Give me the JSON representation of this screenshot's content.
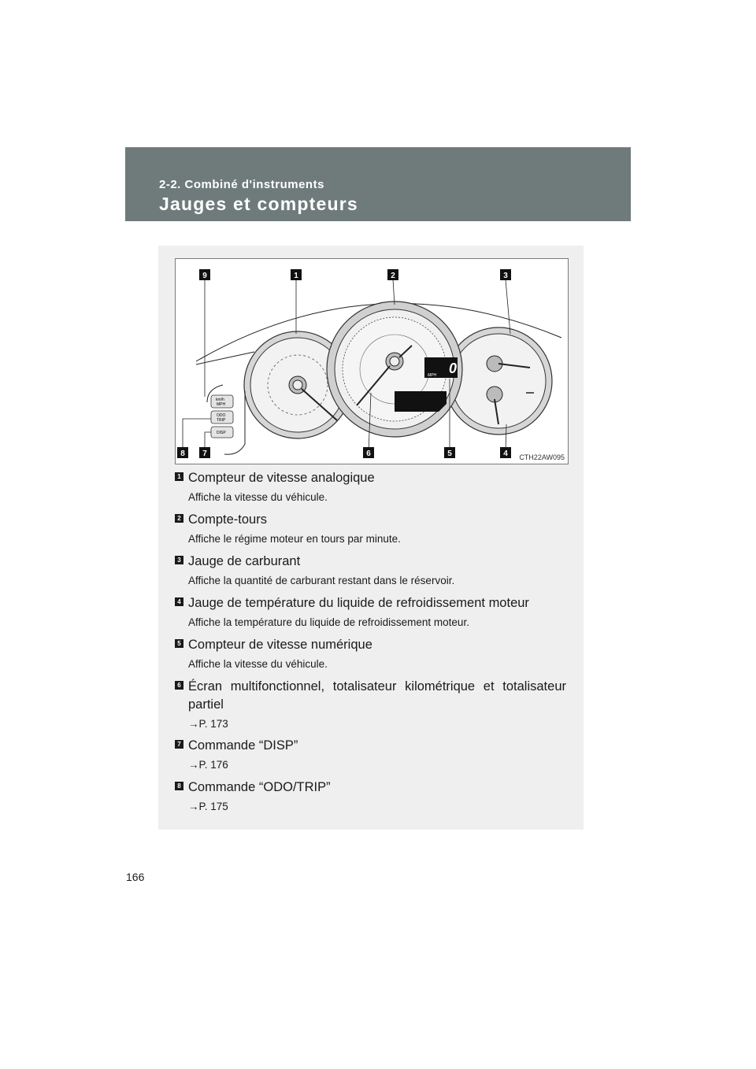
{
  "header": {
    "section": "2-2. Combiné d'instruments",
    "title": "Jauges et compteurs"
  },
  "figure": {
    "code": "CTH22AW095",
    "callouts": [
      "9",
      "1",
      "2",
      "3",
      "8",
      "7",
      "6",
      "5",
      "4"
    ],
    "buttons": {
      "units": "km/h\nMPH",
      "odo": "ODO\nTRIP",
      "disp": "DISP"
    },
    "digital_speed": "0",
    "digital_unit": "MPH"
  },
  "items": [
    {
      "num": "1",
      "title": "Compteur de vitesse analogique",
      "desc": "Affiche la vitesse du véhicule."
    },
    {
      "num": "2",
      "title": "Compte-tours",
      "desc": "Affiche le régime moteur en tours par minute."
    },
    {
      "num": "3",
      "title": "Jauge de carburant",
      "desc": "Affiche la quantité de carburant restant dans le réservoir."
    },
    {
      "num": "4",
      "title": "Jauge de température du liquide de refroidissement moteur",
      "desc": "Affiche la température du liquide de refroidissement moteur."
    },
    {
      "num": "5",
      "title": "Compteur de vitesse numérique",
      "desc": "Affiche la vitesse du véhicule."
    },
    {
      "num": "6",
      "title": "Écran multifonctionnel, totalisateur kilométrique et totalisateur partiel",
      "desc": "→P. 173"
    },
    {
      "num": "7",
      "title": "Commande “DISP”",
      "desc": "→P. 176"
    },
    {
      "num": "8",
      "title": "Commande “ODO/TRIP”",
      "desc": "→P. 175"
    }
  ],
  "page_number": "166"
}
